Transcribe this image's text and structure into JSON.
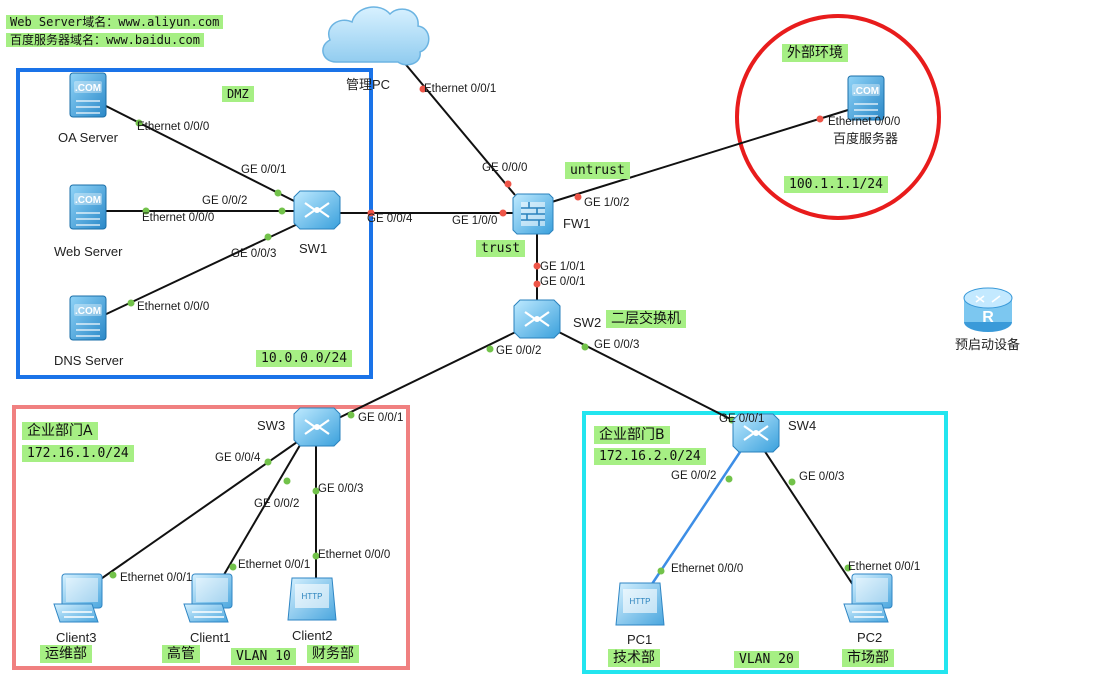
{
  "header": {
    "line1": "Web Server域名：www.aliyun.com",
    "line2": "百度服务器域名：www.baidu.com"
  },
  "zones": {
    "dmz": {
      "name": "DMZ",
      "subnet": "10.0.0.0/24",
      "color": "#1a73e8"
    },
    "external": {
      "name": "外部环境",
      "subnet": "100.1.1.1/24",
      "color": "#e81c1c"
    },
    "dept_a": {
      "name": "企业部门A",
      "subnet": "172.16.1.0/24",
      "vlan": "VLAN 10",
      "color": "#f08080"
    },
    "dept_b": {
      "name": "企业部门B",
      "subnet": "172.16.2.0/24",
      "vlan": "VLAN 20",
      "color": "#22e5ef"
    }
  },
  "labels": {
    "untrust": "untrust",
    "trust": "trust",
    "sw2_desc": "二层交换机",
    "legend_router": "预启动设备"
  },
  "devices": {
    "cloud": "管理PC",
    "oa": "OA Server",
    "web": "Web Server",
    "dns": "DNS Server",
    "sw1": "SW1",
    "fw1": "FW1",
    "baidu": "百度服务器",
    "sw2": "SW2",
    "sw3": "SW3",
    "sw4": "SW4",
    "client3": "Client3",
    "client1": "Client1",
    "client2": "Client2",
    "pc1": "PC1",
    "pc2": "PC2"
  },
  "departments": {
    "client3": "运维部",
    "client1": "高管",
    "client2": "财务部",
    "pc1": "技术部",
    "pc2": "市场部"
  },
  "ports": {
    "cloud_e001": "Ethernet 0/0/1",
    "fw_ge000": "GE 0/0/0",
    "fw_ge102": "GE 1/0/2",
    "baidu_e000": "Ethernet 0/0/0",
    "fw_ge100": "GE 1/0/0",
    "fw_ge101": "GE 1/0/1",
    "sw1_ge004": "GE 0/0/4",
    "sw1_ge001": "GE 0/0/1",
    "sw1_ge002": "GE 0/0/2",
    "sw1_ge003": "GE 0/0/3",
    "oa_e000": "Ethernet 0/0/0",
    "web_e000": "Ethernet 0/0/0",
    "dns_e000": "Ethernet 0/0/0",
    "sw2_ge001": "GE 0/0/1",
    "sw2_ge002": "GE 0/0/2",
    "sw2_ge003": "GE 0/0/3",
    "sw3_ge001": "GE 0/0/1",
    "sw3_ge004": "GE 0/0/4",
    "sw3_ge002": "GE 0/0/2",
    "sw3_ge003": "GE 0/0/3",
    "client3_e001": "Ethernet 0/0/1",
    "client1_e001": "Ethernet 0/0/1",
    "client2_e000": "Ethernet 0/0/0",
    "sw4_ge001": "GE 0/0/1",
    "sw4_ge002": "GE 0/0/2",
    "sw4_ge003": "GE 0/0/3",
    "pc1_e000": "Ethernet 0/0/0",
    "pc2_e001": "Ethernet 0/0/1"
  },
  "icons": {
    "server": "server-icon",
    "switch": "switch-icon",
    "firewall": "firewall-icon",
    "pc": "pc-icon",
    "terminal": "http-terminal-icon",
    "cloud": "cloud-icon",
    "router": "router-icon"
  },
  "colors": {
    "link": "#111111",
    "link_blue": "#3d8ee6",
    "port_up": "#72c24a",
    "port_fw": "#ee5548",
    "tag_bg": "#a6ef84"
  }
}
